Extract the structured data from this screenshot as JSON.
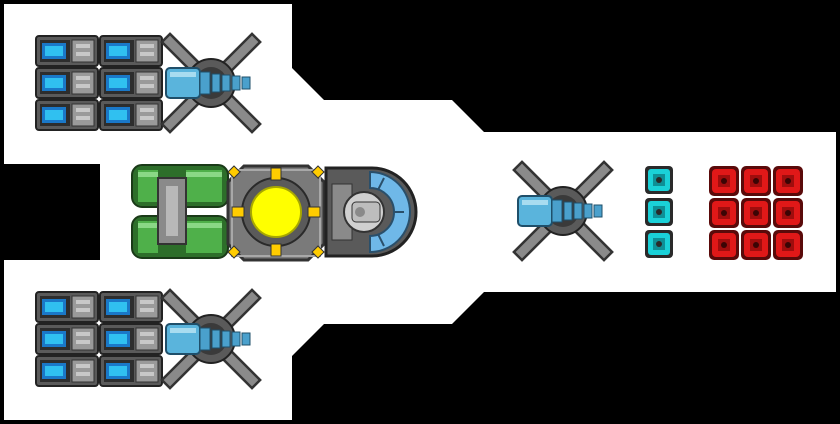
{
  "title": "",
  "colors": {
    "background": "#000000",
    "hull": "#ffffff",
    "metal_dark": "#3a3a3a",
    "metal_mid": "#7a7a7a",
    "metal_light": "#b8b8b8",
    "battery_blue": "#1aa7e8",
    "thruster_blue": "#5ab4dc",
    "green_tank": "#3f9a3a",
    "core_yellow": "#ffff00",
    "shield_blue": "#6fb8e8",
    "cyan_block": "#1ad1d8",
    "red_block": "#e01818"
  },
  "modules": {
    "battery_banks": [
      {
        "name": "battery-bank-top",
        "rows": 3,
        "cols": 2
      },
      {
        "name": "battery-bank-bottom",
        "rows": 3,
        "cols": 2
      }
    ],
    "thrusters": [
      {
        "name": "thruster-top"
      },
      {
        "name": "thruster-bottom"
      },
      {
        "name": "thruster-front"
      }
    ],
    "fuel_tanks": {
      "count": 2
    },
    "reactor_core": {
      "name": "reactor-core"
    },
    "cockpit": {
      "name": "cockpit-turret"
    },
    "cyan_blocks": {
      "count": 3
    },
    "red_blocks": {
      "rows": 3,
      "cols": 3
    }
  }
}
